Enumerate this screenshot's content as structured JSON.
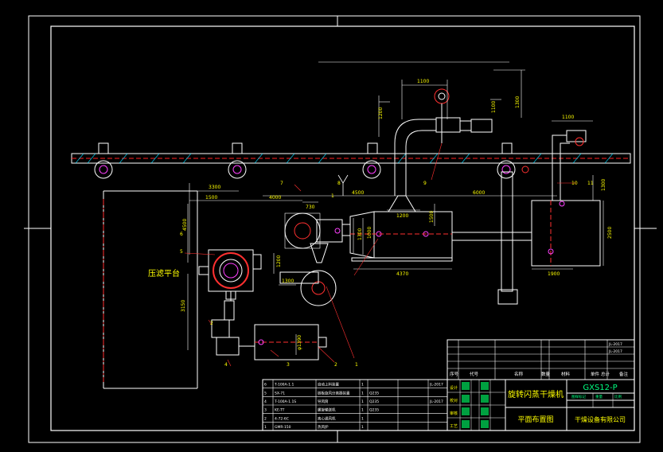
{
  "dimensions": {
    "d1100_top": "1100",
    "d1200_v": "1200",
    "d1100_v2": "1100",
    "d1300_v": "1300",
    "d1100_right": "1100",
    "d1300_right": "1300",
    "d3300": "3300",
    "d1500": "1500",
    "d4000": "4000",
    "d4500": "4500",
    "d6000": "6000",
    "d1200_mid": "1200",
    "d1500_v": "1500",
    "d1300_v2": "1300",
    "d730": "730",
    "d4370": "4370",
    "d2500_v": "2500",
    "d1900": "1900",
    "d1000_v": "1000",
    "d3150_v": "3150",
    "d1200_small": "1200",
    "d4500_v": "4500",
    "d1300_left": "1300",
    "d1390": "φ1390"
  },
  "callouts": {
    "c1": "1",
    "c2": "2",
    "c3": "3",
    "c4": "4",
    "c5": "5",
    "c6": "6",
    "c7": "7",
    "c8": "8",
    "c9": "9",
    "c10": "10",
    "c11": "11",
    "c1b": "1",
    "c2b": "2"
  },
  "labels": {
    "platform": "压滤平台"
  },
  "parts_list": [
    [
      "6",
      "T-100A-1.1",
      "自动上料装置",
      "1",
      "",
      "",
      "JL-2017"
    ],
    [
      "5",
      "SX-71",
      "链板旋风分离器装置",
      "1",
      "Q235",
      "",
      ""
    ],
    [
      "4",
      "T-100A-1.1S",
      "导风筒",
      "1",
      "Q235",
      "",
      "JL-2017"
    ],
    [
      "3",
      "KE-TT",
      "螺旋输送机",
      "1",
      "Q235",
      "",
      ""
    ],
    [
      "2",
      "4-72-6C",
      "离心通风机",
      "1",
      "",
      "",
      ""
    ],
    [
      "1",
      "GMR-150",
      "热风炉",
      "1",
      "",
      "",
      ""
    ]
  ],
  "title_block": {
    "top_rows": [
      [
        "",
        "",
        "",
        "",
        "",
        "JL-2017"
      ],
      [
        "",
        "",
        "",
        "",
        "",
        "JL-2017"
      ],
      [
        "",
        "",
        "",
        "",
        "",
        ""
      ],
      [
        "",
        "",
        "",
        "",
        "",
        ""
      ]
    ],
    "header": [
      "序号",
      "代号",
      "名称",
      "数量",
      "材料",
      "单件",
      "总计",
      "备注"
    ],
    "product_name": "旋转闪蒸干燥机",
    "drawing_name": "平面布置图",
    "drawing_no": "GXS12-P",
    "company": "干燥设备有限公司",
    "mini_cells": [
      "图样标记",
      "重量",
      "比例"
    ],
    "sign_rows": [
      "设计",
      "校对",
      "审核",
      "工艺"
    ]
  }
}
